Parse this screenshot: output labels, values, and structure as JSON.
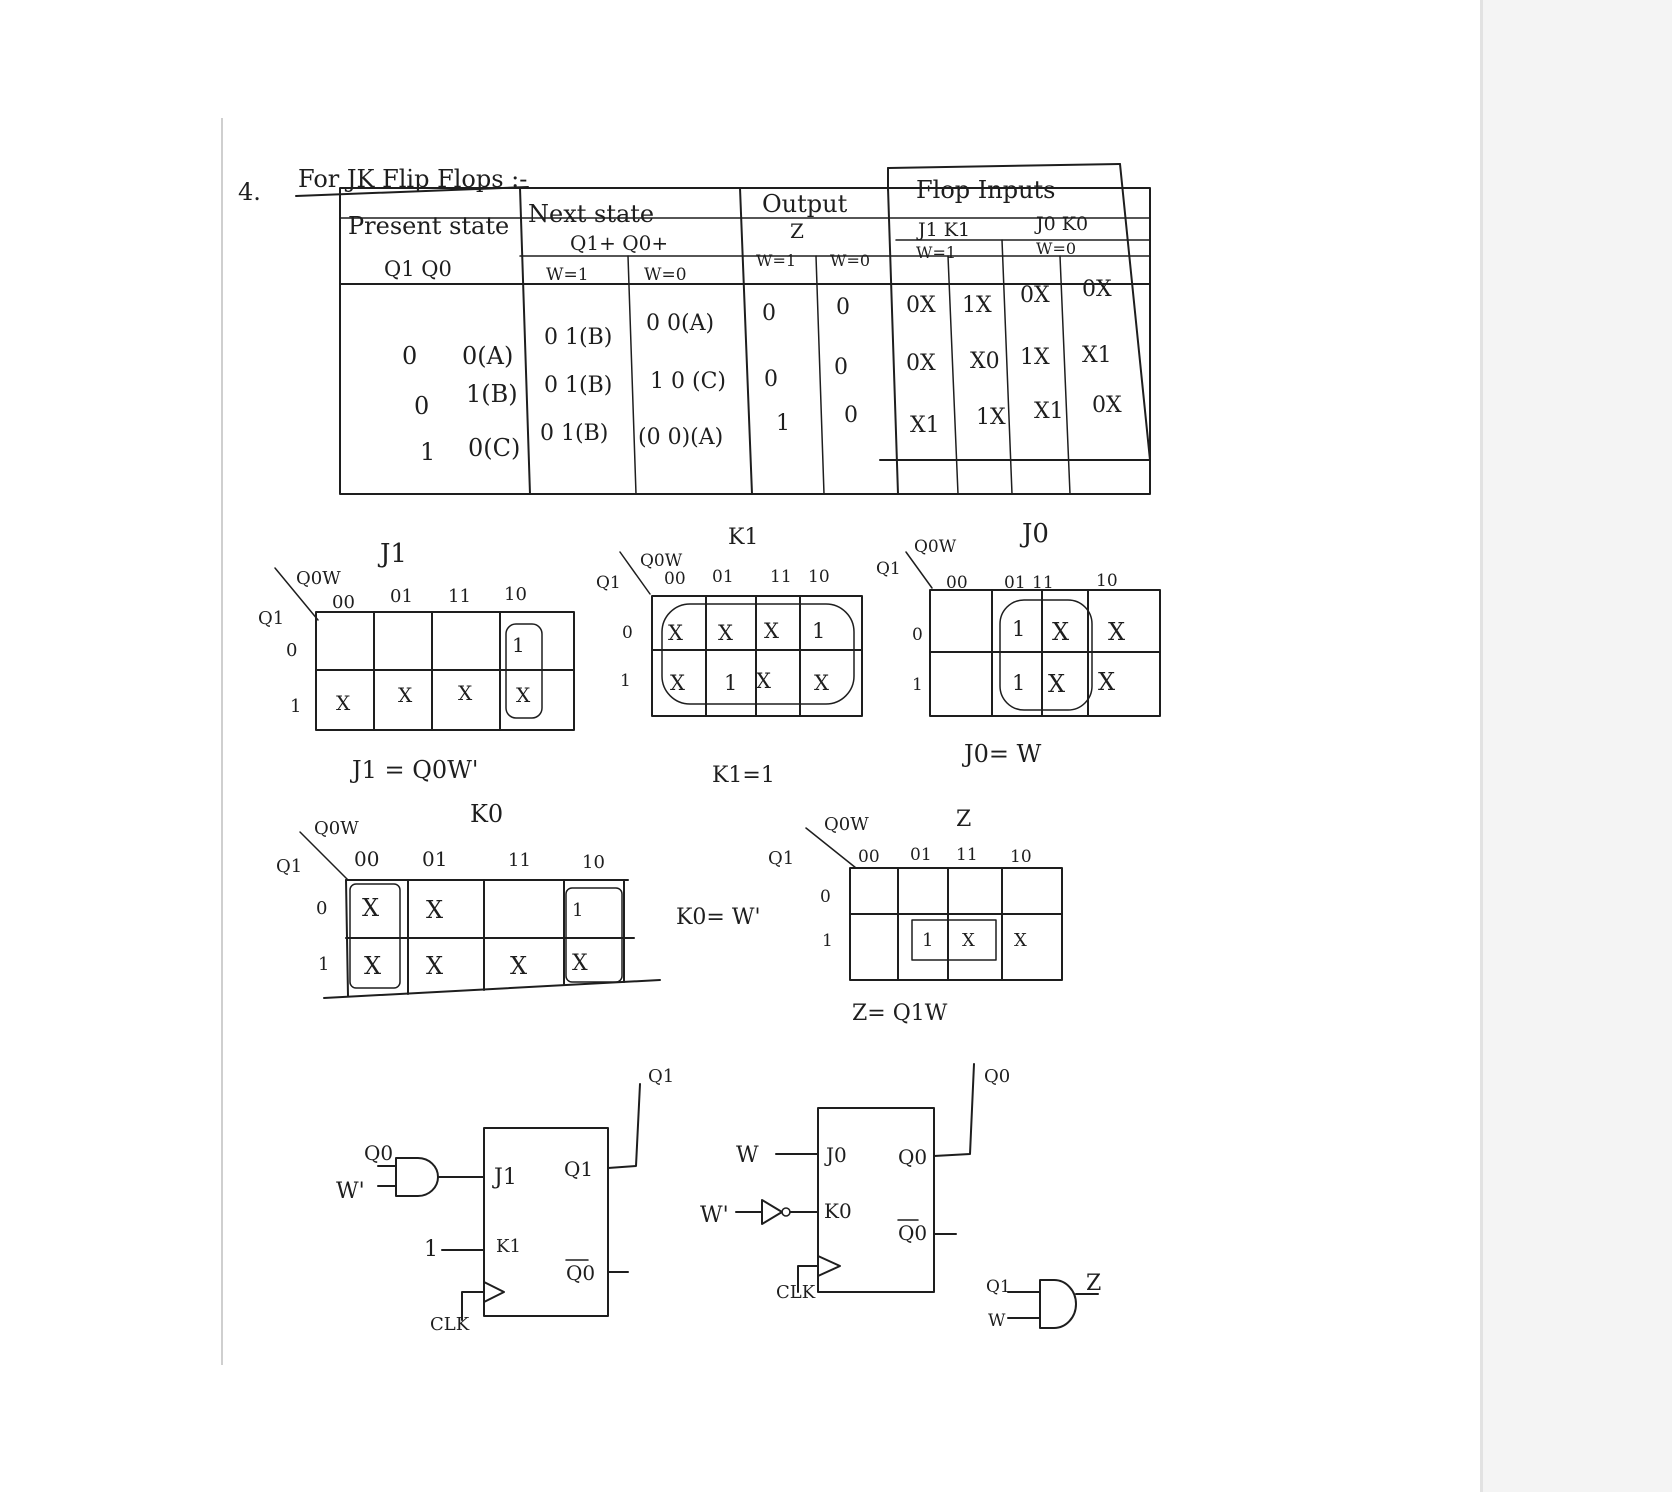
{
  "header": {
    "number": "4.",
    "title": "For JK Flip Flops :-"
  },
  "table": {
    "group_headers": [
      "Present state",
      "Next state",
      "Output",
      "Flop Inputs"
    ],
    "sub_headers": [
      "Q1  Q0",
      "Q1+  Q0+",
      "Z",
      "J1 K1",
      "J0 K0"
    ],
    "condition_headers": [
      "W=1",
      "W=0",
      "W=1",
      "W=0",
      "W=1",
      "W=0"
    ],
    "rows": [
      [
        "0",
        "0(A)",
        "0 1(B)",
        "0 0(A)",
        "0",
        "0",
        "0X",
        "1X",
        "0X",
        "0X"
      ],
      [
        "0",
        "1(B)",
        "0 1(B)",
        "1 0 (C)",
        "0",
        "0",
        "0X",
        "X0",
        "1X",
        "X1"
      ],
      [
        "1",
        "0(C)",
        "0 1(B)",
        "(0 0)(A)",
        "1",
        "0",
        "X1",
        "1X",
        "X1",
        "0X"
      ]
    ]
  },
  "kmaps": [
    {
      "title": "J1",
      "row_var": "Q1",
      "col_var": "Q0W",
      "cols": [
        "00",
        "01",
        "11",
        "10"
      ],
      "rows": [
        "0",
        "1"
      ],
      "cells": [
        [
          "",
          "",
          "",
          "1"
        ],
        [
          "X",
          "X",
          "X",
          "X"
        ]
      ],
      "result": "J1 = Q0W'"
    },
    {
      "title": "K1",
      "row_var": "Q1",
      "col_var": "Q0W",
      "cols": [
        "00",
        "01",
        "11",
        "10"
      ],
      "rows": [
        "0",
        "1"
      ],
      "cells": [
        [
          "X",
          "X",
          "X",
          "1"
        ],
        [
          "X",
          "1",
          "X",
          "X"
        ]
      ],
      "result": "K1=1"
    },
    {
      "title": "J0",
      "row_var": "Q1",
      "col_var": "Q0W",
      "cols": [
        "00",
        "01",
        "11",
        "10"
      ],
      "rows": [
        "0",
        "1"
      ],
      "cells": [
        [
          "",
          "1",
          "X",
          "X"
        ],
        [
          "",
          "1",
          "X",
          "X"
        ]
      ],
      "result": "J0= W"
    },
    {
      "title": "K0",
      "row_var": "Q1",
      "col_var": "Q0W",
      "cols": [
        "00",
        "01",
        "11",
        "10"
      ],
      "rows": [
        "0",
        "1"
      ],
      "cells": [
        [
          "X",
          "X",
          "",
          "1"
        ],
        [
          "X",
          "X",
          "X",
          "X"
        ]
      ],
      "result": "K0= W'"
    },
    {
      "title": "Z",
      "row_var": "Q1",
      "col_var": "Q0W",
      "cols": [
        "00",
        "01",
        "11",
        "10"
      ],
      "rows": [
        "0",
        "1"
      ],
      "cells": [
        [
          "",
          "",
          "",
          ""
        ],
        [
          "",
          "1",
          "X",
          "X"
        ]
      ],
      "result": "Z= Q1W"
    }
  ],
  "circuit": {
    "ff1": {
      "j": "J1",
      "k": "K1",
      "q": "Q1",
      "qbar": "Q0",
      "clk": "CLK",
      "out": "Q1"
    },
    "ff1_inputs": {
      "and_a": "Q0",
      "and_b": "W'",
      "k_const": "1"
    },
    "ff0": {
      "j": "J0",
      "k": "K0",
      "q": "Q0",
      "qbar": "Q0",
      "clk": "CLK",
      "out": "Q0"
    },
    "ff0_inputs": {
      "j_in": "W",
      "k_in": "W'"
    },
    "z_gate": {
      "a": "Q1",
      "b": "W",
      "out": "Z"
    }
  }
}
